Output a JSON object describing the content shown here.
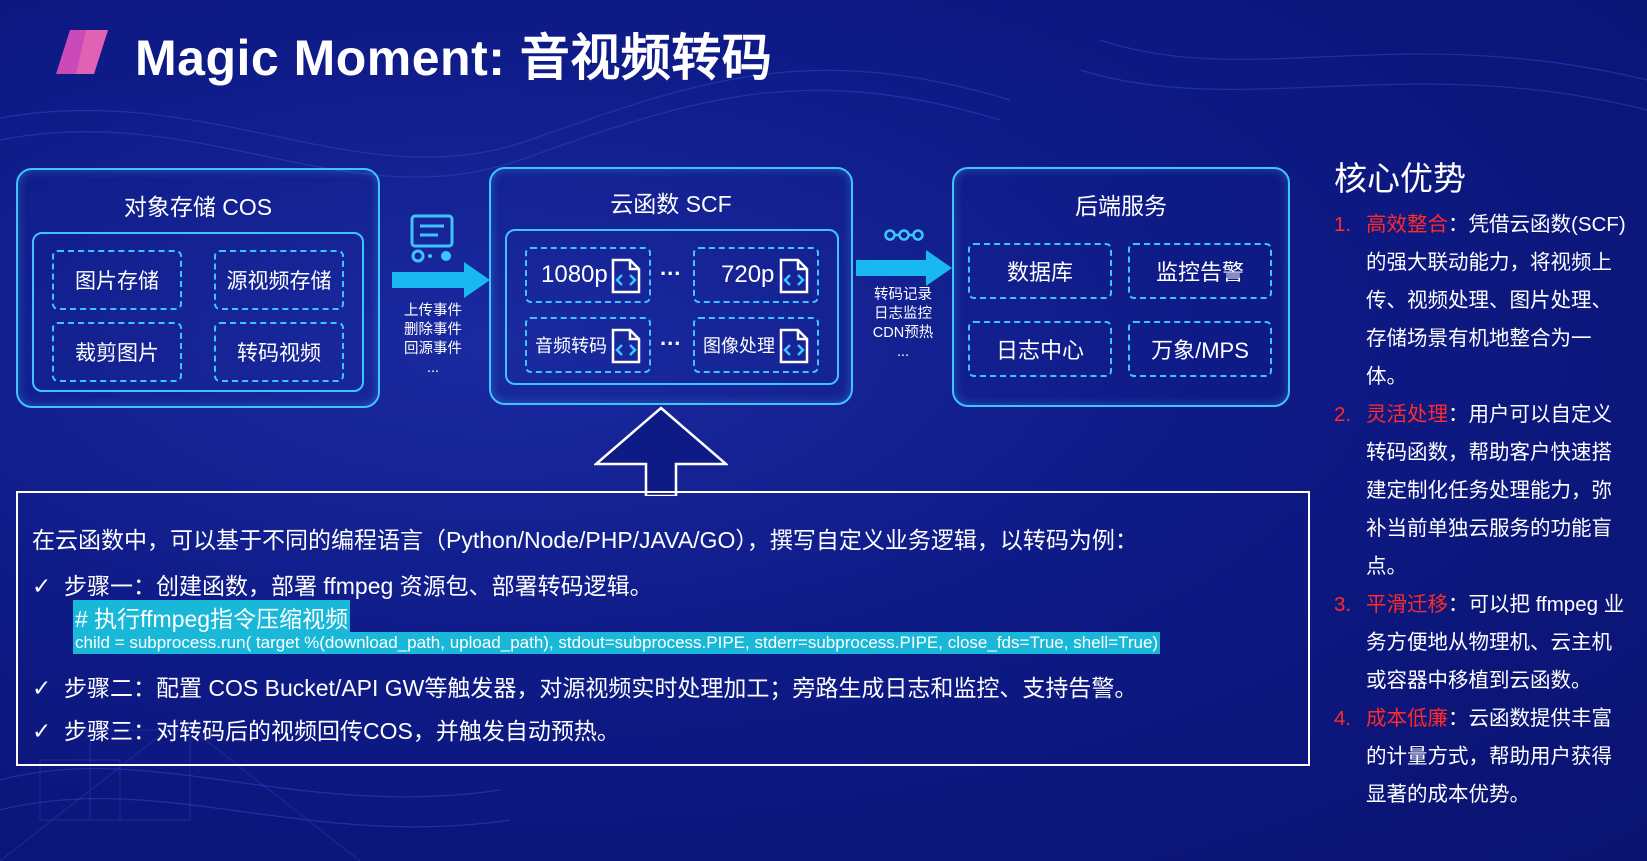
{
  "title": "Magic Moment: 音视频转码",
  "cos_panel": {
    "title": "对象存储 COS",
    "boxes": [
      "图片存储",
      "源视频存储",
      "裁剪图片",
      "转码视频"
    ]
  },
  "upload_events": [
    "上传事件",
    "删除事件",
    "回源事件",
    "..."
  ],
  "scf_panel": {
    "title": "云函数 SCF",
    "boxes": [
      "1080p",
      "720p",
      "音频转码",
      "图像处理"
    ],
    "ellipsis": "..."
  },
  "service_events": [
    "转码记录",
    "日志监控",
    "CDN预热",
    "..."
  ],
  "backend_panel": {
    "title": "后端服务",
    "boxes": [
      "数据库",
      "监控告警",
      "日志中心",
      "万象/MPS"
    ]
  },
  "content": {
    "intro": "在云函数中，可以基于不同的编程语言（Python/Node/PHP/JAVA/GO），撰写自定义业务逻辑，以转码为例：",
    "check_mark": "✓",
    "step1": "步骤一：创建函数，部署 ffmpeg 资源包、部署转码逻辑。",
    "code_comment": "# 执行ffmpeg指令压缩视频",
    "code_line": "child = subprocess.run( target %(download_path, upload_path), stdout=subprocess.PIPE, stderr=subprocess.PIPE, close_fds=True, shell=True)",
    "step2": "步骤二：配置 COS Bucket/API GW等触发器，对源视频实时处理加工；旁路生成日志和监控、支持告警。",
    "step3": "步骤三：对转码后的视频回传COS，并触发自动预热。"
  },
  "advantages": {
    "title": "核心优势",
    "items": [
      {
        "num": "1.",
        "key": "高效整合",
        "text": "：凭借云函数(SCF)的强大联动能力，将视频上传、视频处理、图片处理、存储场景有机地整合为一体。"
      },
      {
        "num": "2.",
        "key": "灵活处理",
        "text": "：用户可以自定义转码函数，帮助客户快速搭建定制化任务处理能力，弥补当前单独云服务的功能盲点。"
      },
      {
        "num": "3.",
        "key": "平滑迁移",
        "text": "：可以把 ffmpeg 业务方便地从物理机、云主机或容器中移植到云函数。"
      },
      {
        "num": "4.",
        "key": "成本低廉",
        "text": "：云函数提供丰富的计量方式，帮助用户获得显著的成本优势。"
      }
    ]
  },
  "colors": {
    "background": "#0e1a86",
    "accent_line": "#3fc4ff",
    "highlight_red": "#ff2a2a",
    "code_highlight": "#19b8d8",
    "arrow": "#19b8f0"
  }
}
